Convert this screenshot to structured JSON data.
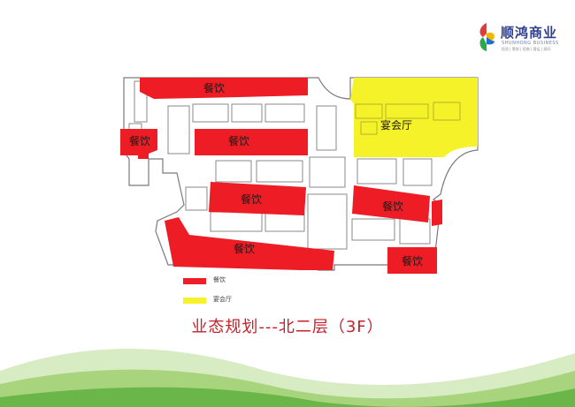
{
  "brand": {
    "name": "顺鸿商业",
    "english": "SHUNHONG BUSINESS",
    "tagline": "投资 | 策划 | 招商 | 营运 | 顾问",
    "logo_colors": [
      "#e23b3b",
      "#f4b400",
      "#2aa84a",
      "#1f6fd1"
    ]
  },
  "title": "业态规划---北二层（3F）",
  "legend": {
    "dining": {
      "label": "餐饮",
      "color": "#ee1c24"
    },
    "banquet": {
      "label": "宴会厅",
      "color": "#f6f22a"
    }
  },
  "zones": {
    "dining_1": "餐饮",
    "dining_2": "餐饮",
    "dining_3": "餐饮",
    "dining_4": "餐饮",
    "dining_5": "餐饮",
    "dining_6": "餐饮",
    "dining_7": "餐饮",
    "banquet_hall": "宴会厅"
  },
  "colors": {
    "title": "#c8202a",
    "hill_light": "#d8ecc4",
    "hill_mid": "#a8d47e",
    "hill_dark": "#6ab648",
    "wall": "#7a7a7a"
  }
}
